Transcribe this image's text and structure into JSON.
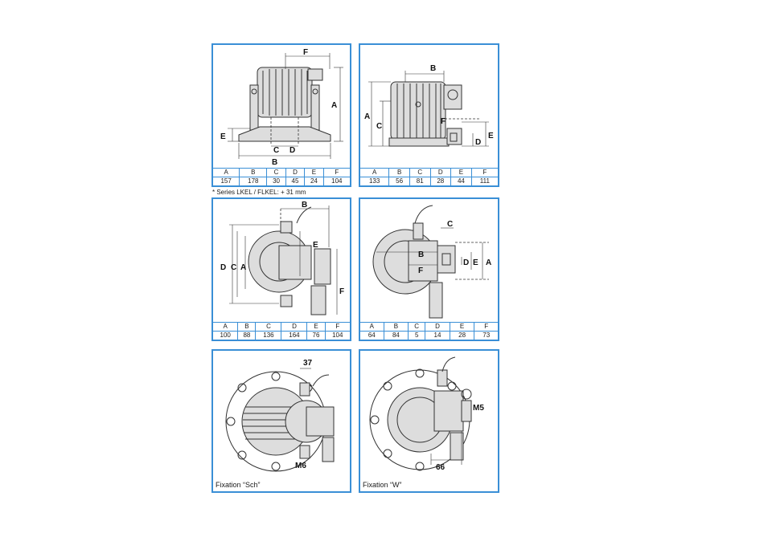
{
  "panels": [
    {
      "labels": [
        "F",
        "A",
        "E",
        "C",
        "D",
        "B"
      ],
      "table": {
        "headers": [
          "A",
          "B",
          "C",
          "D",
          "E",
          "F"
        ],
        "values": [
          "157",
          "178",
          "30",
          "45",
          "24",
          "104"
        ]
      }
    },
    {
      "labels": [
        "B",
        "A",
        "C",
        "E",
        "F",
        "D"
      ],
      "table": {
        "headers": [
          "A",
          "B",
          "C",
          "D",
          "E",
          "F"
        ],
        "values": [
          "133",
          "56",
          "81",
          "28",
          "44",
          "111"
        ]
      }
    },
    {
      "labels": [
        "B",
        "D",
        "C",
        "A",
        "E",
        "F"
      ],
      "table": {
        "headers": [
          "A",
          "B",
          "C",
          "D",
          "E",
          "F"
        ],
        "values": [
          "100",
          "88",
          "136",
          "164",
          "76",
          "104"
        ]
      }
    },
    {
      "labels": [
        "C",
        "B",
        "D",
        "E",
        "A",
        "F"
      ],
      "table": {
        "headers": [
          "A",
          "B",
          "C",
          "D",
          "E",
          "F"
        ],
        "values": [
          "64",
          "84",
          "5",
          "14",
          "28",
          "73"
        ]
      }
    },
    {
      "labels": [
        "37",
        "M6"
      ],
      "caption": "Fixation “Sch”"
    },
    {
      "labels": [
        "M5",
        "66"
      ],
      "caption": "Fixation “W”"
    }
  ],
  "note": "* Series LKEL / FLKEL: + 31 mm",
  "accent_color": "#3a8fd6"
}
